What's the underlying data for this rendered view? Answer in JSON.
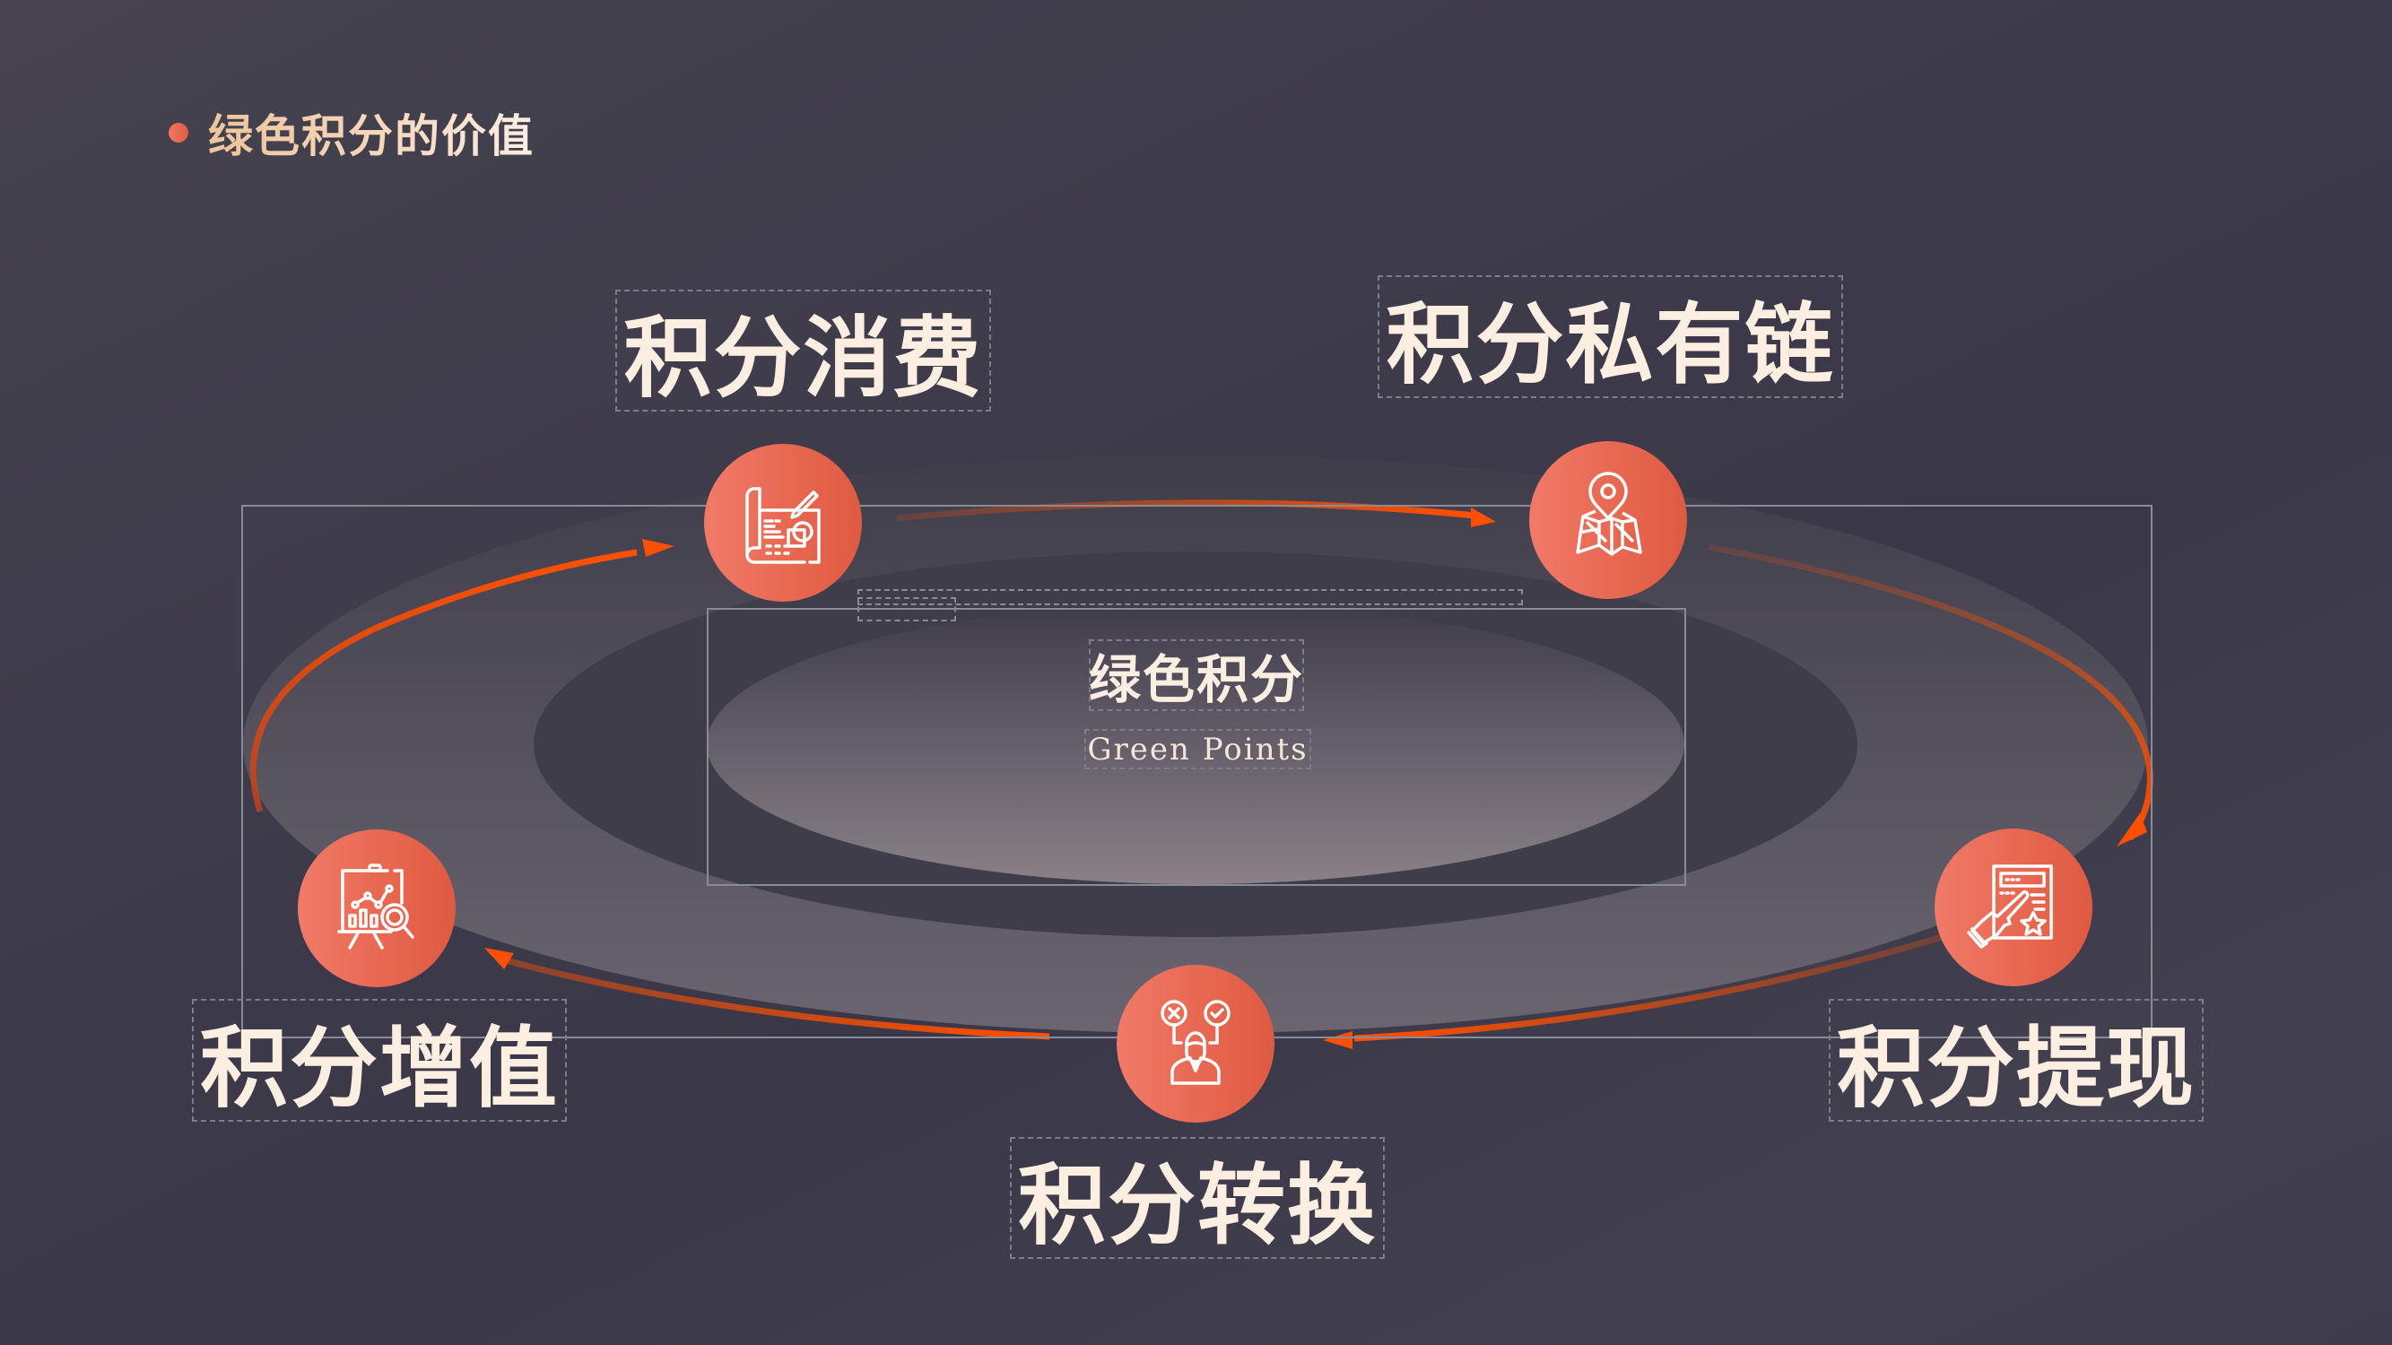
{
  "slide": {
    "title": "绿色积分的价值",
    "accent_color": "#e8644c",
    "arrow_color": "#ff5000",
    "text_color": "#fdeee2"
  },
  "center": {
    "title": "绿色积分",
    "subtitle": "Green Points"
  },
  "nodes": [
    {
      "label": "积分消费",
      "icon": "blueprint-pencil-icon",
      "position": "top-left"
    },
    {
      "label": "积分私有链",
      "icon": "map-pin-icon",
      "position": "top-right"
    },
    {
      "label": "积分提现",
      "icon": "hand-pointing-document-star-icon",
      "position": "right"
    },
    {
      "label": "积分转换",
      "icon": "person-decision-icon",
      "position": "bottom"
    },
    {
      "label": "积分增值",
      "icon": "presentation-chart-magnifier-icon",
      "position": "left"
    }
  ],
  "flow": {
    "direction": "clockwise",
    "sequence": [
      "积分消费",
      "积分私有链",
      "积分提现",
      "积分转换",
      "积分增值",
      "积分消费"
    ]
  }
}
